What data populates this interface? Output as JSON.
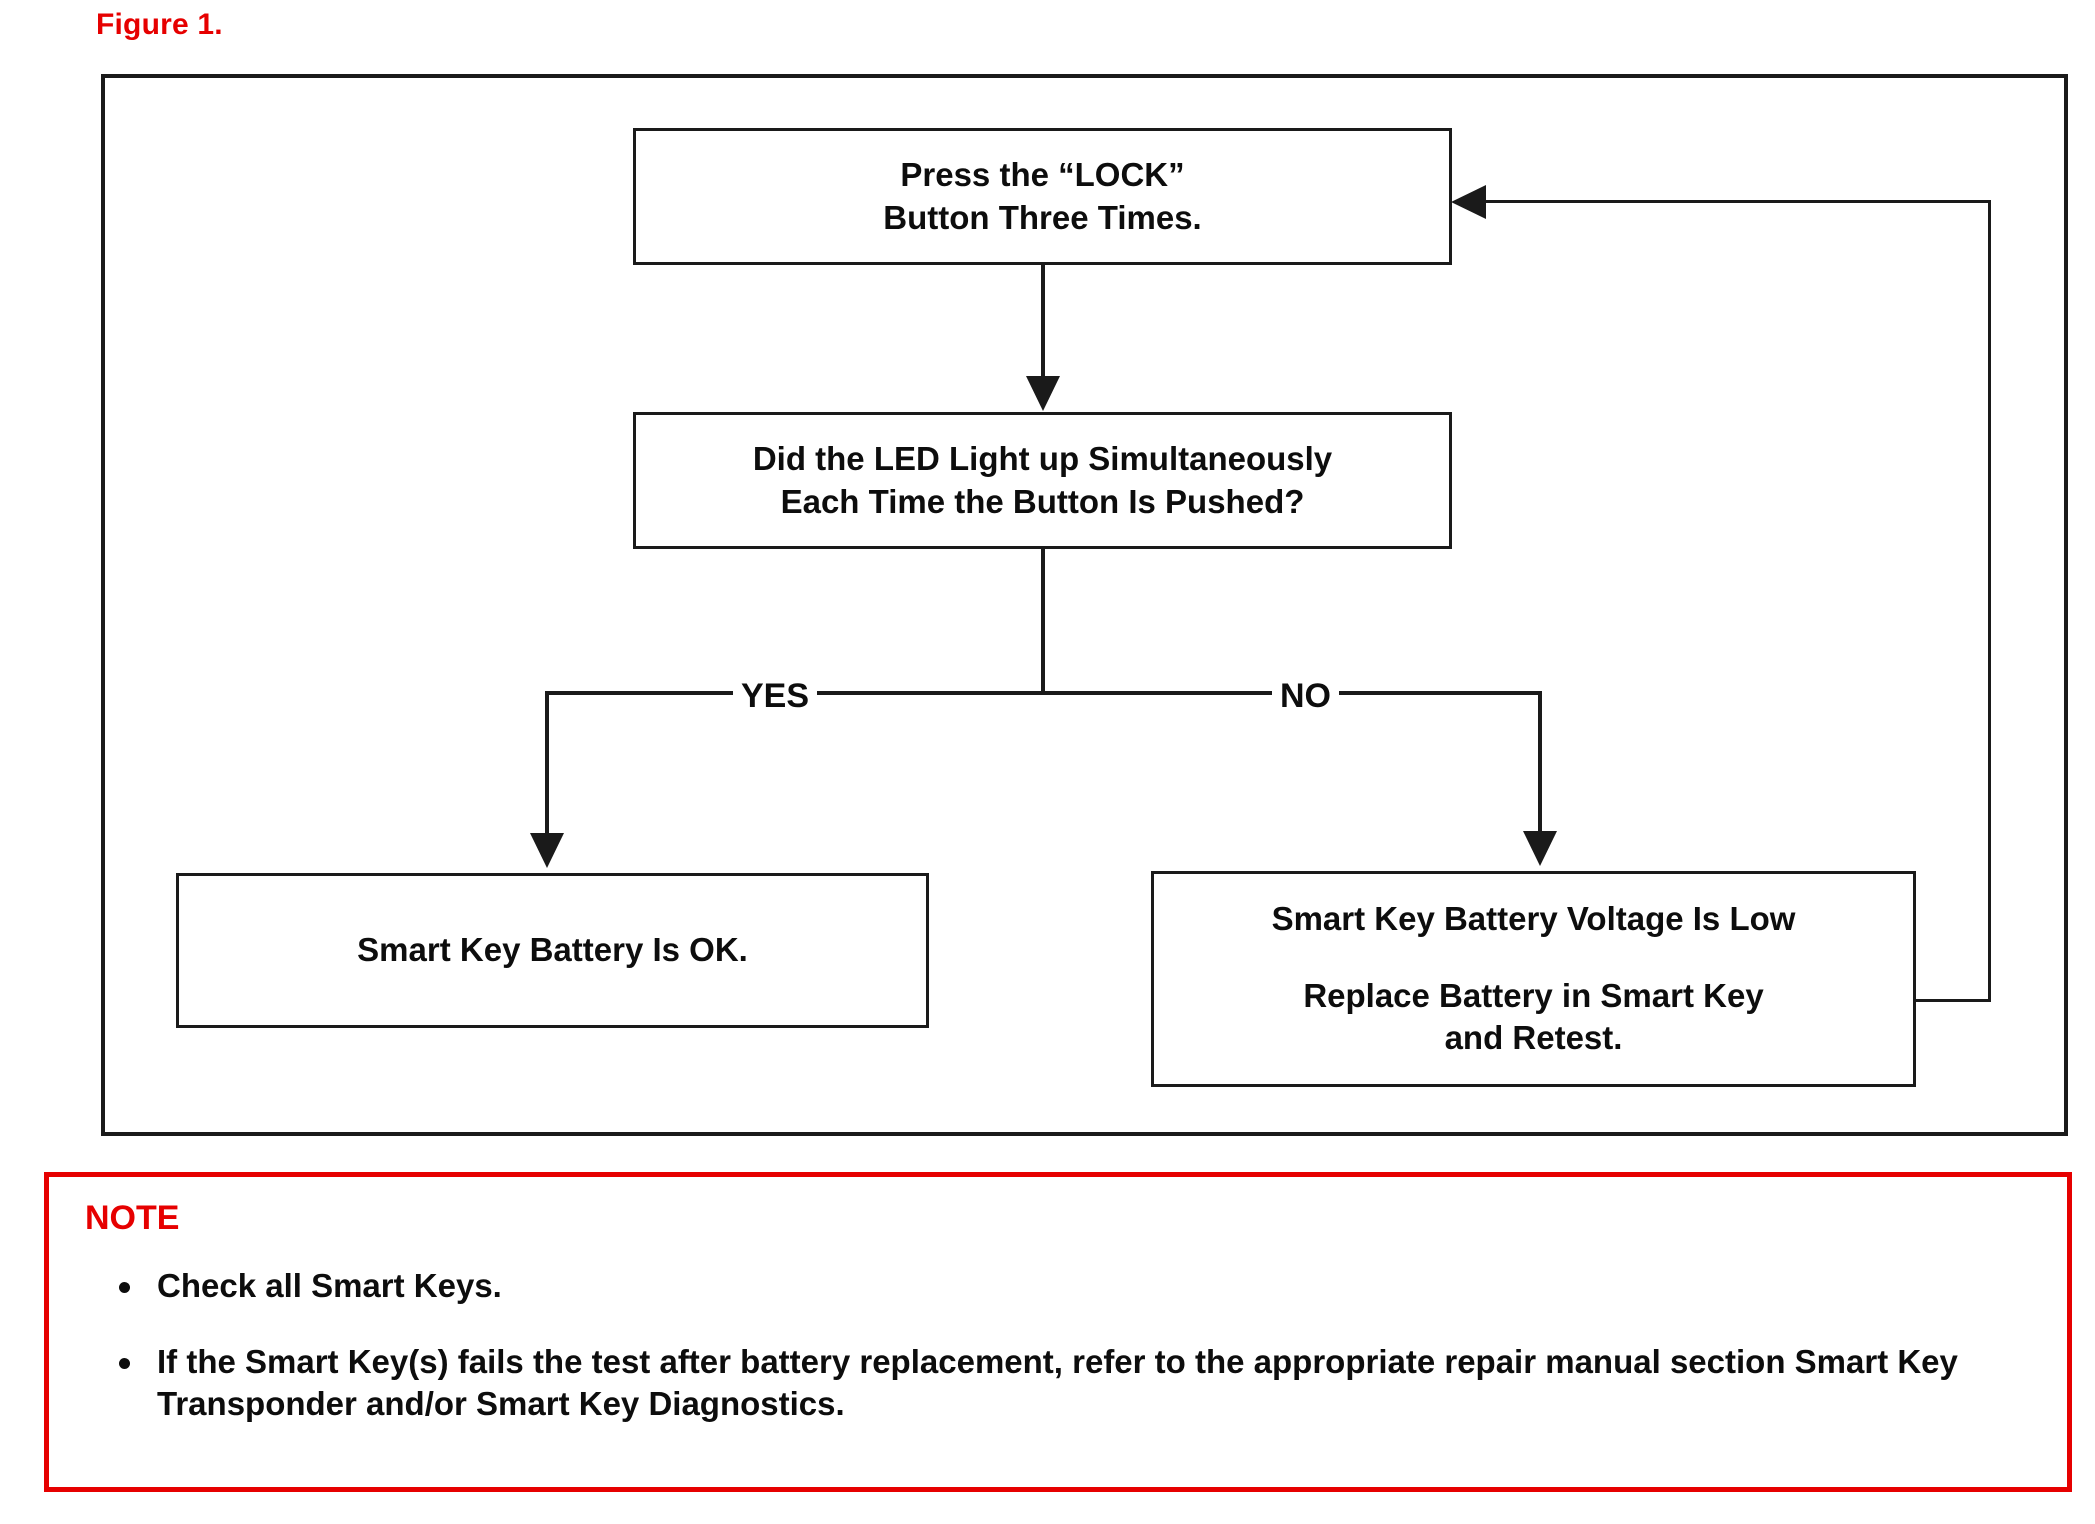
{
  "figure": {
    "caption": "Figure 1.",
    "caption_color": "#e60000"
  },
  "flowchart": {
    "boxes": {
      "press_lock": {
        "line1": "Press the “LOCK”",
        "line2": "Button Three Times."
      },
      "did_led": {
        "line1": "Did the LED Light up Simultaneously",
        "line2": "Each Time the Button Is Pushed?"
      },
      "battery_ok": {
        "line1": "Smart Key Battery Is OK."
      },
      "battery_low": {
        "line1": "Smart Key Battery Voltage Is Low",
        "line2": "Replace Battery in Smart Key",
        "line3": "and Retest."
      }
    },
    "branches": {
      "yes_label": "YES",
      "no_label": "NO"
    },
    "line_color": "#1a1a1a"
  },
  "note": {
    "title": "NOTE",
    "title_color": "#e60000",
    "border_color": "#e60000",
    "items": [
      "Check all Smart Keys.",
      "If the Smart Key(s) fails the test after battery replacement, refer to the appropriate repair manual section Smart Key Transponder and/or Smart Key Diagnostics."
    ]
  }
}
